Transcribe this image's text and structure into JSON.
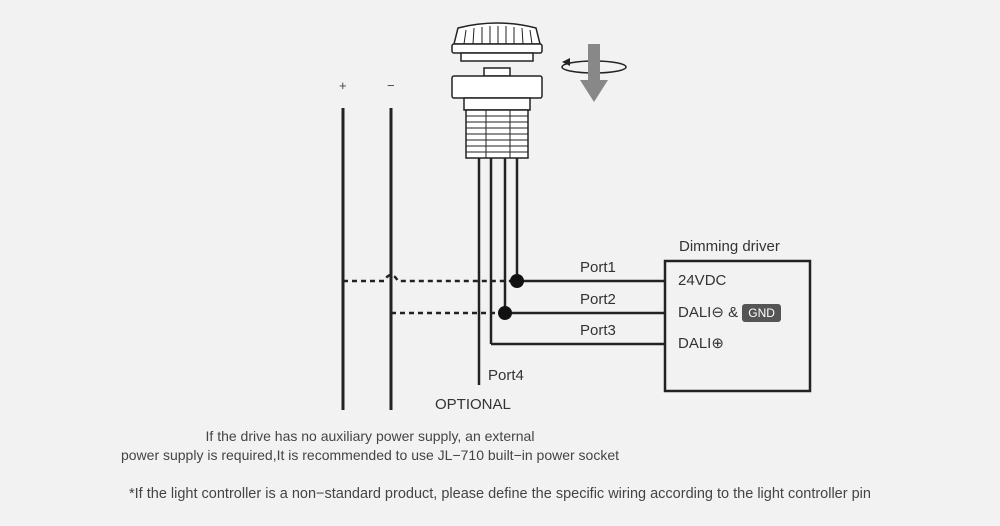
{
  "terminals": {
    "plus": "+",
    "minus": "−"
  },
  "driver": {
    "title": "Dimming driver",
    "pins": [
      "24VDC",
      "DALI⊖ &",
      "DALI⊕"
    ],
    "gnd_badge": "GND"
  },
  "ports": [
    "Port1",
    "Port2",
    "Port3",
    "Port4"
  ],
  "optional_label": "OPTIONAL",
  "notes": {
    "line1": "If the drive has no auxiliary power supply, an external",
    "line2": "power supply is required,It is recommended to use JL−710 built−in power socket",
    "footnote": "*If the light controller is a non−standard product, please define the specific wiring according to the light controller pin"
  }
}
